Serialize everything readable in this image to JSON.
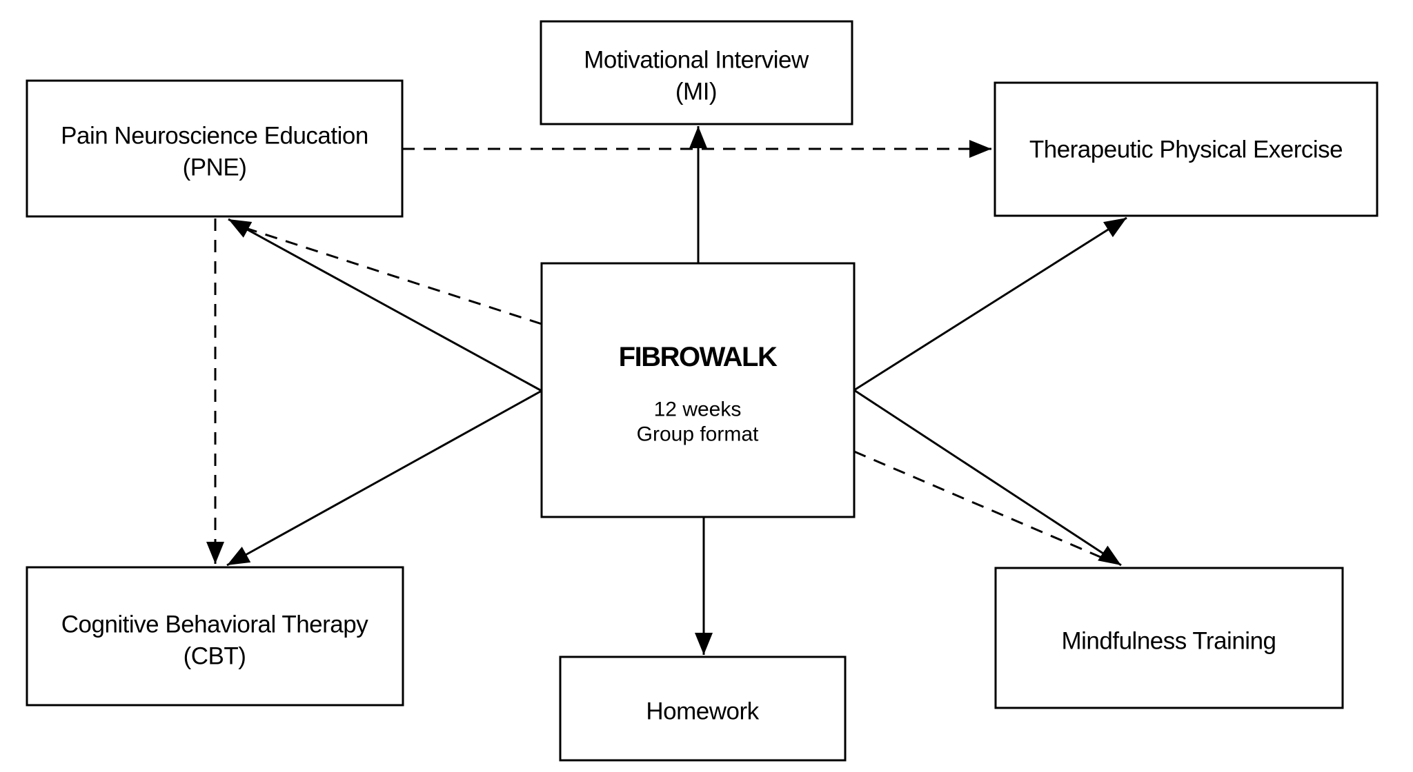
{
  "figure": {
    "description": "FIBROWALK multicomponent intervention diagram",
    "background_color": "#ffffff",
    "line_color": "#000000",
    "text_color": "#000000"
  },
  "boxes": {
    "pne": {
      "line1": "Pain Neuroscience Education",
      "line2": "(PNE)"
    },
    "mi": {
      "line1": "Motivational Interview",
      "line2": "(MI)"
    },
    "tpe": {
      "line1": "Therapeutic Physical Exercise"
    },
    "fibrowalk": {
      "title": "FIBROWALK",
      "sub1": "12 weeks",
      "sub2": "Group format"
    },
    "cbt": {
      "line1": "Cognitive Behavioral Therapy",
      "line2": "(CBT)"
    },
    "mindfulness": {
      "line1": "Mindfulness Training"
    },
    "homework": {
      "line1": "Homework"
    }
  },
  "edges": [
    {
      "from": "FIBROWALK",
      "to": "Motivational Interview (MI)",
      "style": "solid"
    },
    {
      "from": "FIBROWALK",
      "to": "Pain Neuroscience Education (PNE)",
      "style": "solid"
    },
    {
      "from": "FIBROWALK",
      "to": "Pain Neuroscience Education (PNE)",
      "style": "dashed"
    },
    {
      "from": "FIBROWALK",
      "to": "Cognitive Behavioral Therapy (CBT)",
      "style": "solid"
    },
    {
      "from": "Pain Neuroscience Education (PNE)",
      "to": "Cognitive Behavioral Therapy (CBT)",
      "style": "dashed"
    },
    {
      "from": "Pain Neuroscience Education (PNE)",
      "to": "Therapeutic Physical Exercise",
      "style": "dashed"
    },
    {
      "from": "FIBROWALK",
      "to": "Therapeutic Physical Exercise",
      "style": "solid"
    },
    {
      "from": "FIBROWALK",
      "to": "Mindfulness Training",
      "style": "solid"
    },
    {
      "from": "FIBROWALK",
      "to": "Mindfulness Training",
      "style": "dashed"
    },
    {
      "from": "FIBROWALK",
      "to": "Homework",
      "style": "solid"
    }
  ]
}
